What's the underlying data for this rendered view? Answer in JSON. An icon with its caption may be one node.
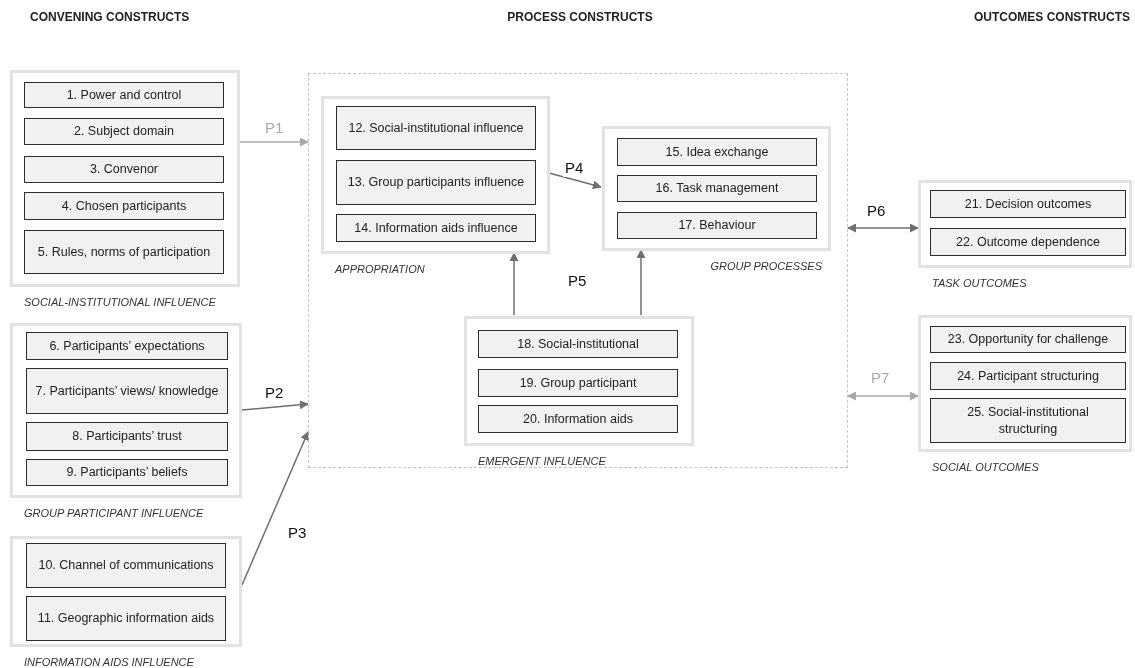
{
  "diagram": {
    "nodes": [
      {
        "text": [
          "SOCIAL-INSTITUTIONAL INFLUENCE"
        ]
      },
      {
        "text": [
          "1. Power and control"
        ],
        "in": 0
      },
      {
        "text": [
          "2. Subject domain"
        ],
        "in": 0
      },
      {
        "text": [
          "3. Convenor"
        ],
        "in": 0
      },
      {
        "text": [
          "4. Chosen participants"
        ],
        "in": 0
      },
      {
        "text": [
          "5. Rules, norms of participation"
        ],
        "in": 0
      },
      {
        "text": [
          "GROUP PARTICIPANT INFLUENCE"
        ]
      },
      {
        "text": [
          "6. Participants’ expectations"
        ],
        "in": 6
      },
      {
        "text": [
          "7. Participants’ views/ knowledge"
        ],
        "in": 6
      },
      {
        "text": [
          "8. Participants’ trust"
        ],
        "in": 6
      },
      {
        "text": [
          "9. Participants’ beliefs"
        ],
        "in": 6
      },
      {
        "text": [
          "INFORMATION AIDS INFLUENCE"
        ]
      },
      {
        "text": [
          "10. Channel of communications"
        ],
        "in": 11
      },
      {
        "text": [
          "11. Geographic information aids"
        ],
        "in": 11
      },
      {
        "text": [],
        "shape": "box"
      },
      {
        "text": [
          "APPROPRIATION"
        ],
        "in": 14
      },
      {
        "text": [
          "12. Social-institutional influence"
        ],
        "in": 15
      },
      {
        "text": [
          "13. Group participants influence"
        ],
        "in": 15
      },
      {
        "text": [
          "14. Information aids influence"
        ],
        "in": 15
      },
      {
        "text": [
          "GROUP PROCESSES"
        ],
        "in": 14
      },
      {
        "text": [
          "15. Idea exchange"
        ],
        "in": 19
      },
      {
        "text": [
          "16. Task management"
        ],
        "in": 19
      },
      {
        "text": [
          "17. Behaviour"
        ],
        "in": 19
      },
      {
        "text": [
          "EMERGENT INFLUENCE"
        ],
        "in": 14
      },
      {
        "text": [
          "18. Social-institutional"
        ],
        "in": 23
      },
      {
        "text": [
          "19. Group participant"
        ],
        "in": 23
      },
      {
        "text": [
          "20. Information aids"
        ],
        "in": 23
      },
      {
        "text": [
          "TASK OUTCOMES"
        ]
      },
      {
        "text": [
          "21. Decision outcomes"
        ],
        "in": 27
      },
      {
        "text": [
          "22. Outcome dependence"
        ],
        "in": 27
      },
      {
        "text": [
          "SOCIAL OUTCOMES"
        ]
      },
      {
        "text": [
          "23. Opportunity for challenge"
        ],
        "in": 30
      },
      {
        "text": [
          "24. Participant structuring"
        ],
        "in": 30
      },
      {
        "text": [
          "25. Social-institutional structuring"
        ],
        "in": 30
      }
    ],
    "edges": [
      {
        "from": 0,
        "to": 14,
        "arrow": "to",
        "label": "P1",
        "color": "#a9a9a9"
      },
      {
        "from": 6,
        "to": 14,
        "arrow": "to",
        "label": "P2"
      },
      {
        "from": 11,
        "to": 14,
        "arrow": "to",
        "label": "P3"
      },
      {
        "from": 15,
        "to": 19,
        "arrow": "to",
        "label": "P4"
      },
      {
        "from": 23,
        "to": 15,
        "arrow": "to",
        "label": "P5"
      },
      {
        "from": 23,
        "to": 19,
        "arrow": "to"
      },
      {
        "from": 14,
        "to": 27,
        "arrow": "both",
        "label": "P6"
      },
      {
        "from": 14,
        "to": 30,
        "arrow": "both",
        "label": "P7",
        "color": "#a9a9a9"
      }
    ],
    "labels": [
      "CONVENING CONSTRUCTS",
      "PROCESS CONSTRUCTS",
      "OUTCOMES CONSTRUCTS"
    ]
  }
}
